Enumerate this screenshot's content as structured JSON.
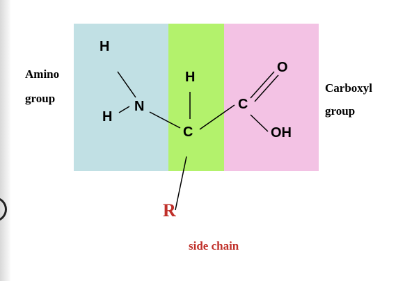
{
  "diagram": {
    "left_label_line1": "Amino",
    "left_label_line2": "group",
    "right_label_line1": "Carboxyl",
    "right_label_line2": "group",
    "side_chain_label": "side chain",
    "atoms": {
      "h_top": "H",
      "h_left": "H",
      "n": "N",
      "h_alpha": "H",
      "c_alpha": "C",
      "c_carboxyl": "C",
      "o_double": "O",
      "oh": "OH",
      "r": "R"
    }
  },
  "colors": {
    "amino_region": "#c1e0e4",
    "alpha_region": "#b3f26c",
    "carboxyl_region": "#f3c2e4",
    "side_chain_text": "#c0302a"
  }
}
